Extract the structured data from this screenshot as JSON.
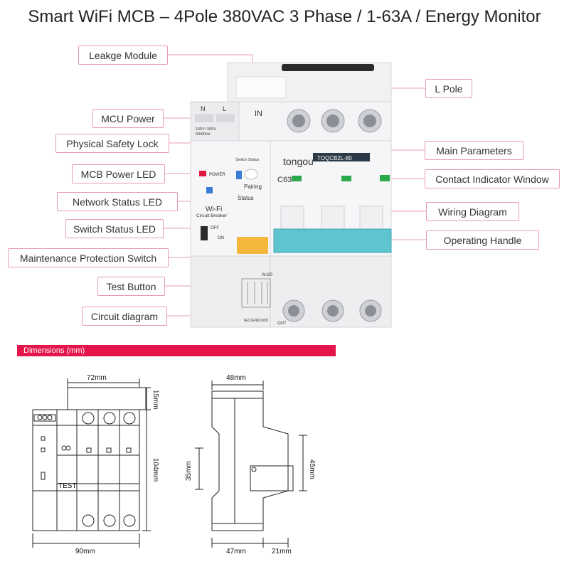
{
  "title": "Smart WiFi MCB – 4Pole 380VAC 3 Phase / 1-63A / Energy Monitor",
  "callouts": {
    "leakage_module": "Leakge Module",
    "mcu_power": "MCU Power",
    "physical_safety_lock": "Physical Safety Lock",
    "mcb_power_led": "MCB Power LED",
    "network_status_led": "Network Status LED",
    "switch_status_led": "Switch Status LED",
    "maintenance_protection_switch": "Maintenance Protection Switch",
    "test_button": "Test Button",
    "circuit_diagram": "Circuit diagram",
    "l_pole": "L Pole",
    "main_parameters": "Main Parameters",
    "contact_indicator_window": "Contact Indicator Window",
    "wiring_diagram": "Wiring Diagram",
    "operating_handle": "Operating Handle"
  },
  "device": {
    "brand": "tongou",
    "model": "TOQCB2L-80",
    "rating": "C63",
    "in_label": "IN",
    "out_label": "OUT",
    "n_label": "N",
    "l_label": "L",
    "power_spec_1": "165V~265V",
    "power_spec_2": "50/60Hz",
    "power_label": "POWER",
    "wifi_line1": "Wi-Fi",
    "wifi_line2": "Circuit Breaker",
    "switch_status": "Switch Status",
    "pairing": "Pairing",
    "status": "Status",
    "off": "OFF",
    "on": "ON",
    "ah": "AH20",
    "standard": "IEC/EN61009"
  },
  "dimensions": {
    "header": "Dimensions (mm)",
    "front_width": "72mm",
    "top_offset": "15mm",
    "height": "104mm",
    "total_width": "90mm",
    "side_top": "48mm",
    "side_left_height": "35mm",
    "side_right_height": "45mm",
    "side_bottom_left": "47mm",
    "side_bottom_right": "21mm",
    "test_label": "TEST"
  },
  "colors": {
    "accent": "#e3154a",
    "callout_border": "#e79cb0",
    "handle": "#5ec4cf",
    "orange_switch": "#f5b73b",
    "led_green": "#2aa84a",
    "led_red": "#e0163c",
    "led_blue": "#3a7bd5"
  }
}
